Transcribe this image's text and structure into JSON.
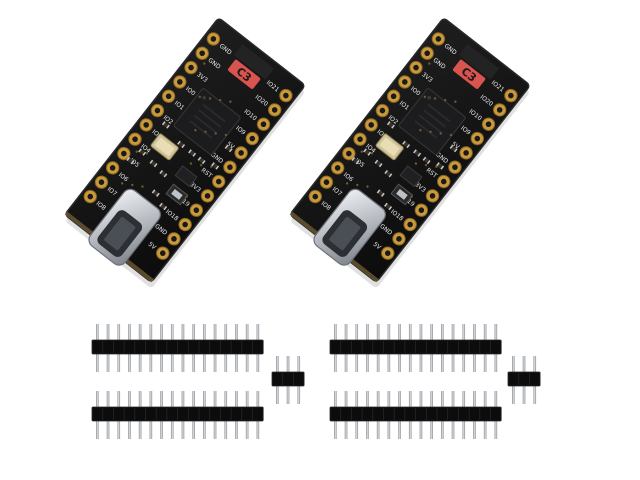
{
  "product": {
    "board_count": 2,
    "chip_label": "C3",
    "pin_labels_left": [
      "GND",
      "GND",
      "3V3",
      "IO0",
      "IO1",
      "IO2",
      "IO3",
      "IO4",
      "IO5",
      "IO6",
      "IO7",
      "IO8"
    ],
    "pin_labels_right": [
      "IO21",
      "IO20",
      "IO10",
      "IO9",
      "5V",
      "GND",
      "RST",
      "3V3",
      "IO19",
      "IO18",
      "GND",
      "5V"
    ],
    "header_strips": [
      {
        "pins": 16
      },
      {
        "pins": 3
      },
      {
        "pins": 16
      }
    ],
    "colors": {
      "pcb": "#141414",
      "pcb_edge": "#2a2a2a",
      "gold": "#c99a3c",
      "gold_dark": "#8a6520",
      "chip": "#1c1c1e",
      "silkscreen": "#e8e8e8",
      "c3_badge": "#d9534f",
      "usb_metal": "#c9ccd1",
      "header_plastic": "#0c0c0c",
      "pin_metal": "#b9bcc2",
      "background": "#ffffff"
    },
    "icons": [
      "usb-c-connector",
      "qfn-chip",
      "crystal-oscillator",
      "pin-header"
    ]
  }
}
